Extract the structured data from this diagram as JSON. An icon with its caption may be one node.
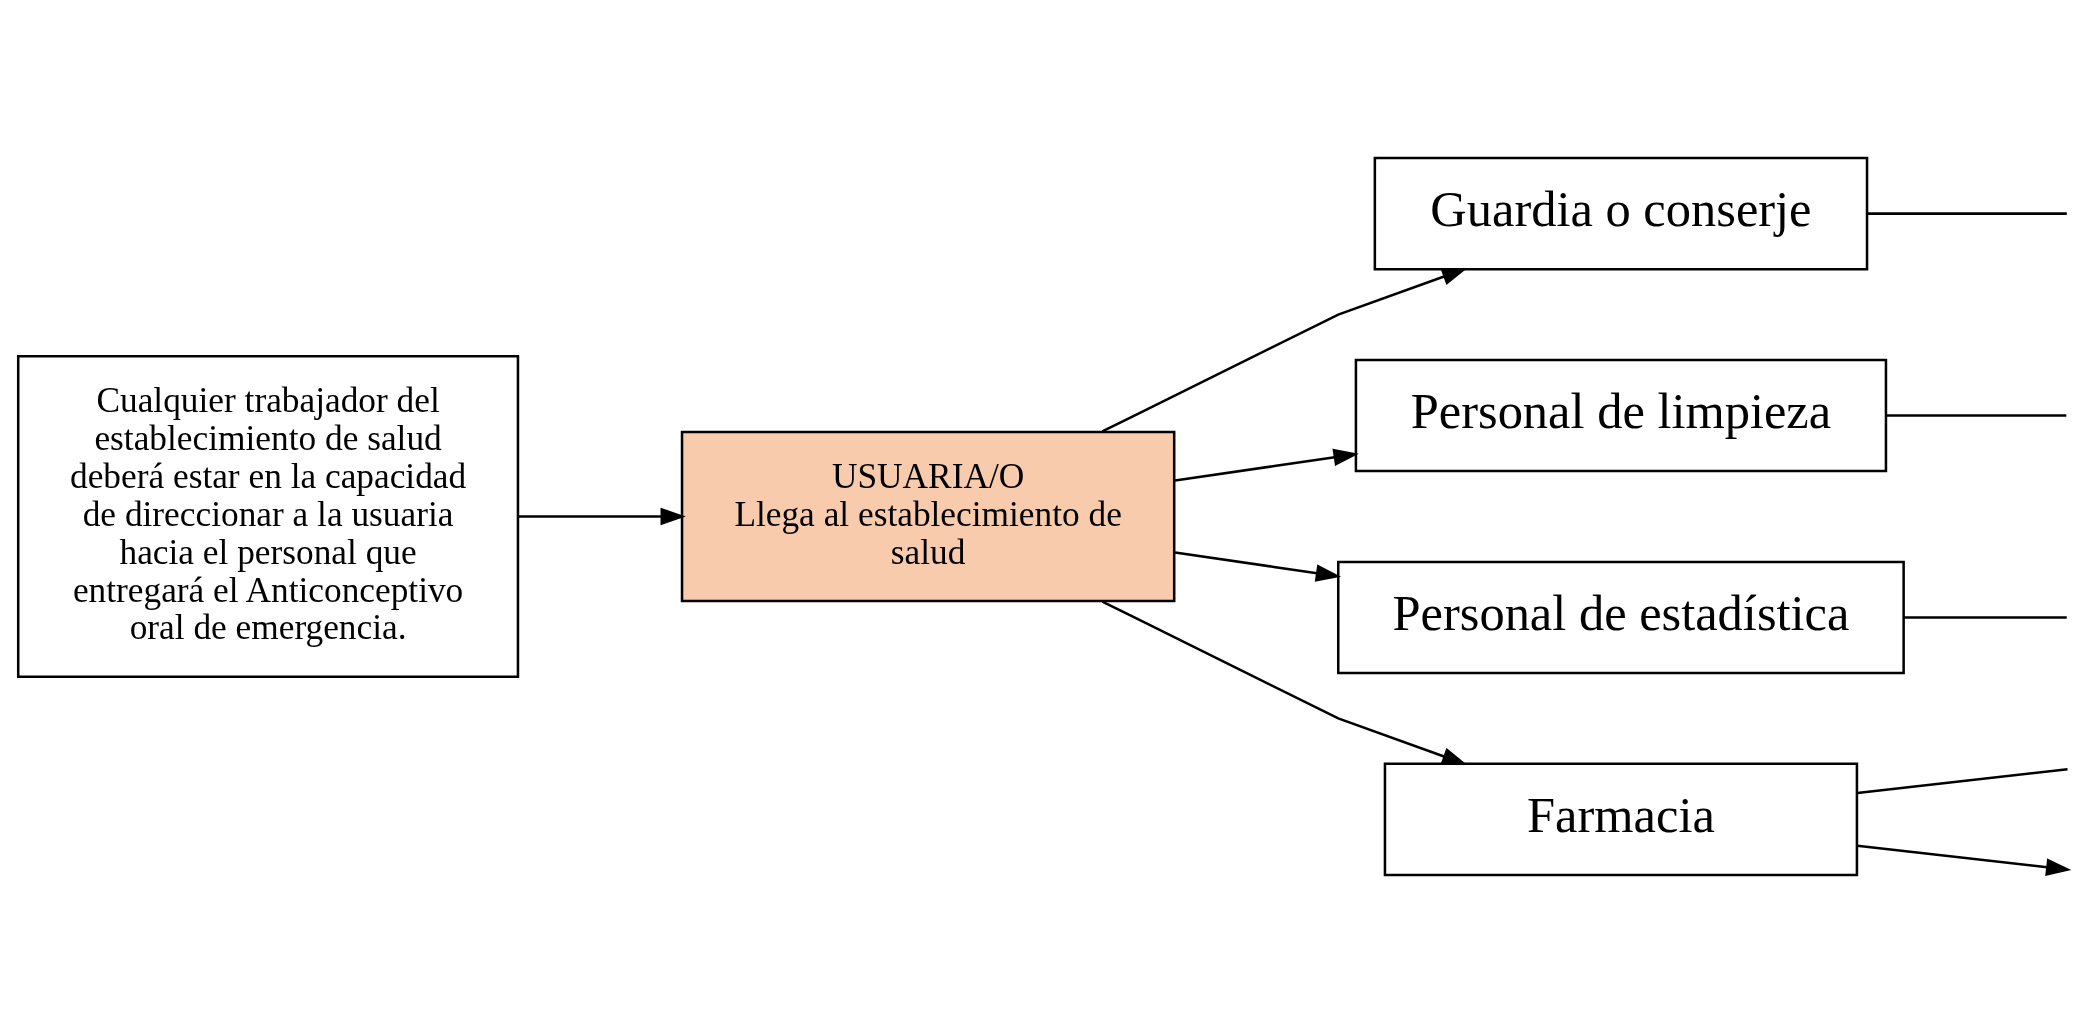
{
  "diagram": {
    "nodes": [
      {
        "text": [
          "Cualquier trabajador del establecimiento de salud deberá estar en la capacidad de direccionar a la usuaria hacia el personal que entregará el Anticonceptivo oral de emergencia."
        ]
      },
      {
        "text": [
          "USUARIA/O",
          "Llega al establecimiento de salud"
        ]
      },
      {
        "text": [
          "Guardia o conserje"
        ]
      },
      {
        "text": [
          "Personal de limpieza"
        ]
      },
      {
        "text": [
          "Personal de estadística"
        ]
      },
      {
        "text": [
          "Farmacia"
        ]
      }
    ],
    "edges": [
      {
        "from": 0,
        "to": 1,
        "arrow": "to"
      },
      {
        "from": 1,
        "to": 2,
        "arrow": "to"
      },
      {
        "from": 1,
        "to": 3,
        "arrow": "to"
      },
      {
        "from": 1,
        "to": 4,
        "arrow": "to"
      },
      {
        "from": 1,
        "to": 5,
        "arrow": "to"
      },
      {
        "from": 2,
        "to": null,
        "arrow": "none"
      },
      {
        "from": 3,
        "to": null,
        "arrow": "none"
      },
      {
        "from": 4,
        "to": null,
        "arrow": "none"
      },
      {
        "from": 5,
        "to": null,
        "arrow": "none"
      },
      {
        "from": 5,
        "to": null,
        "arrow": "to"
      }
    ]
  }
}
